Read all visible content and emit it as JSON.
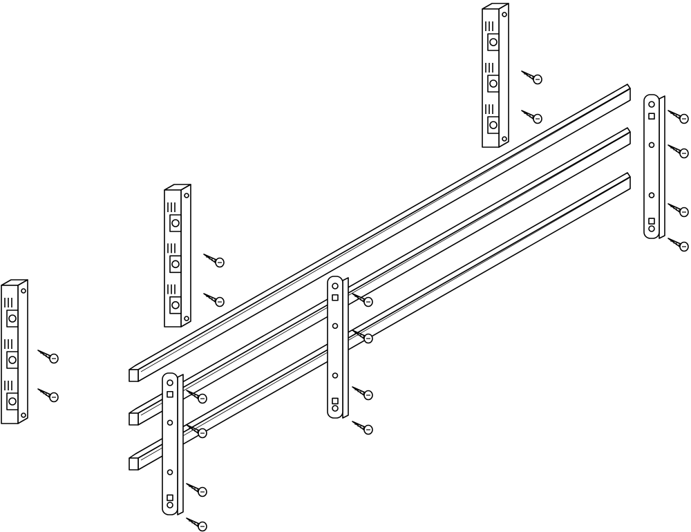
{
  "drawing": {
    "type": "exploded-assembly",
    "line_color": "#000000",
    "fill_color": "#ffffff",
    "background": "#ffffff",
    "components": {
      "busbars": 3,
      "busbar_holders": 3,
      "connection_strips": 3,
      "screws": 18
    }
  }
}
